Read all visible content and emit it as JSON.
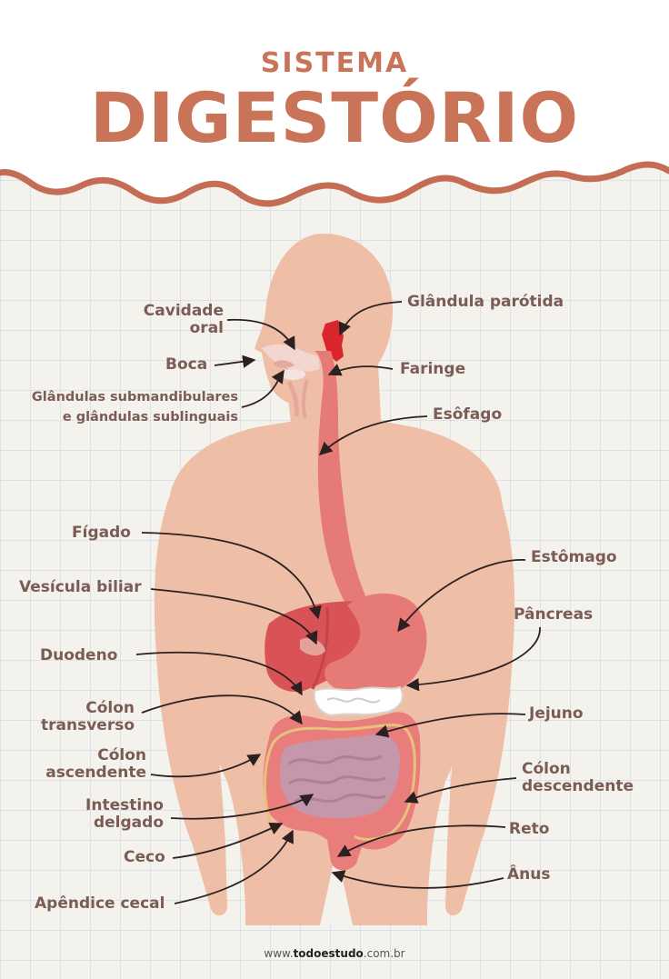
{
  "title": {
    "line1": "SISTEMA",
    "line2": "DIGESTÓRIO"
  },
  "labels": {
    "cavidade_oral_1": "Cavidade",
    "cavidade_oral_2": "oral",
    "boca": "Boca",
    "glandulas_sub_1": "Glândulas submandibulares",
    "glandulas_sub_2": "e glândulas sublinguais",
    "glandula_parotida": "Glândula parótida",
    "faringe": "Faringe",
    "esofago": "Esôfago",
    "figado": "Fígado",
    "vesicula_biliar": "Vesícula biliar",
    "estomago": "Estômago",
    "pancreas": "Pâncreas",
    "duodeno": "Duodeno",
    "colon_transverso_1": "Cólon",
    "colon_transverso_2": "transverso",
    "jejuno": "Jejuno",
    "colon_ascendente_1": "Cólon",
    "colon_ascendente_2": "ascendente",
    "colon_descendente_1": "Cólon",
    "colon_descendente_2": "descendente",
    "intestino_delgado_1": "Intestino",
    "intestino_delgado_2": "delgado",
    "reto": "Reto",
    "ceco": "Ceco",
    "anus": "Ânus",
    "apendice_cecal": "Apêndice cecal"
  },
  "footer": {
    "prefix": "www.",
    "brand": "todoestudo",
    "suffix": ".com.br"
  },
  "colors": {
    "title": "#c97458",
    "label": "#7b5c54",
    "skin": "#eebfa6",
    "organ": "#e57a76",
    "liver": "#d95255",
    "parotid": "#d9262c",
    "colon": "#e87d7b",
    "small_intestine": "#c597ab",
    "wave": "#c46d54",
    "grid": "#c6cde0"
  }
}
